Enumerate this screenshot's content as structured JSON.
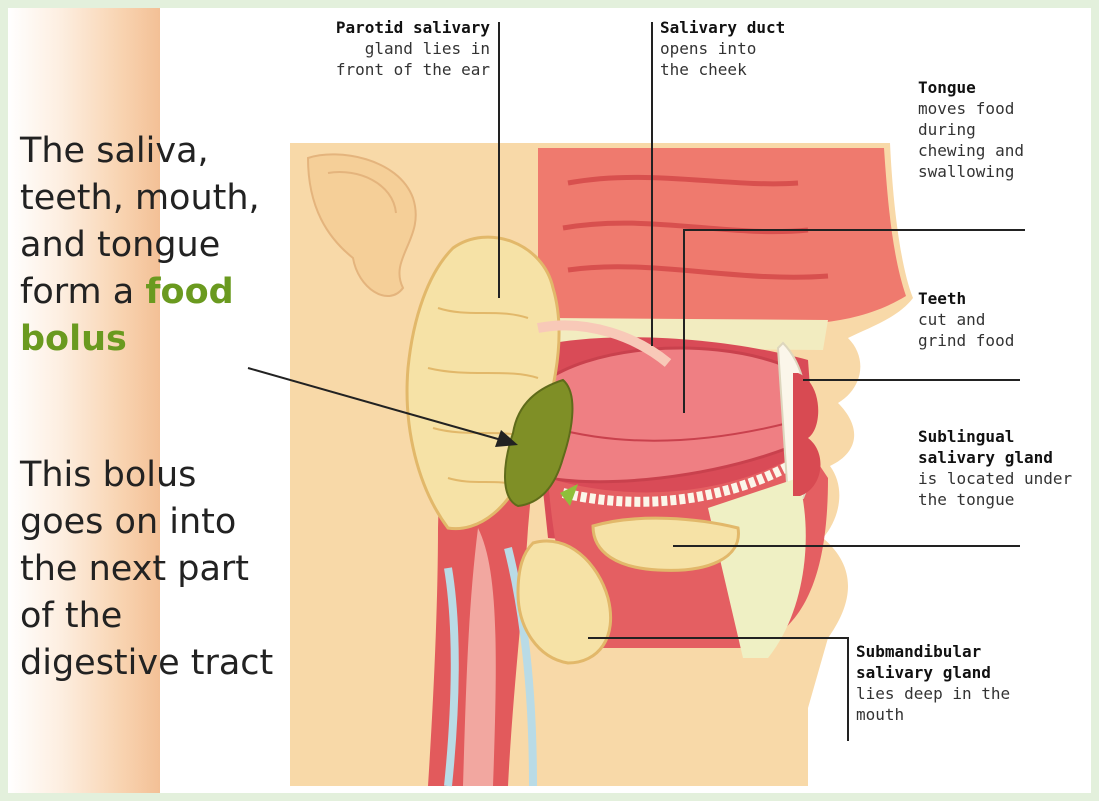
{
  "main_text": {
    "para1_line1": "The saliva,",
    "para1_line2": "teeth, mouth,",
    "para1_line3": "and tongue",
    "para1_line4_prefix": "form a ",
    "para1_highlight_1": "food",
    "para1_highlight_2": "bolus",
    "para2_line1": "This bolus",
    "para2_line2": "goes on into",
    "para2_line3": "the next part",
    "para2_line4": "of the",
    "para2_line5": "digestive tract"
  },
  "labels": {
    "parotid": {
      "title": "Parotid salivary",
      "line1": "gland lies in",
      "line2": "front of the ear"
    },
    "duct": {
      "title": "Salivary duct",
      "line1": "opens into",
      "line2": "the cheek"
    },
    "tongue": {
      "title": "Tongue",
      "line1": "moves food",
      "line2": "during",
      "line3": "chewing and",
      "line4": "swallowing"
    },
    "teeth": {
      "title": "Teeth",
      "line1": "cut and",
      "line2": "grind food"
    },
    "sublingual": {
      "title": "Sublingual",
      "title2": "salivary gland",
      "line1": "is located under",
      "line2": "the tongue"
    },
    "submandibular": {
      "title": "Submandibular",
      "title2": "salivary gland",
      "line1": "lies deep in the",
      "line2": "mouth"
    }
  },
  "colors": {
    "highlight": "#6a9a1f",
    "skin": "#f8d9a8",
    "tissue": "#e85a5f",
    "gland": "#f6e2a6",
    "bolus": "#7f8f26"
  }
}
